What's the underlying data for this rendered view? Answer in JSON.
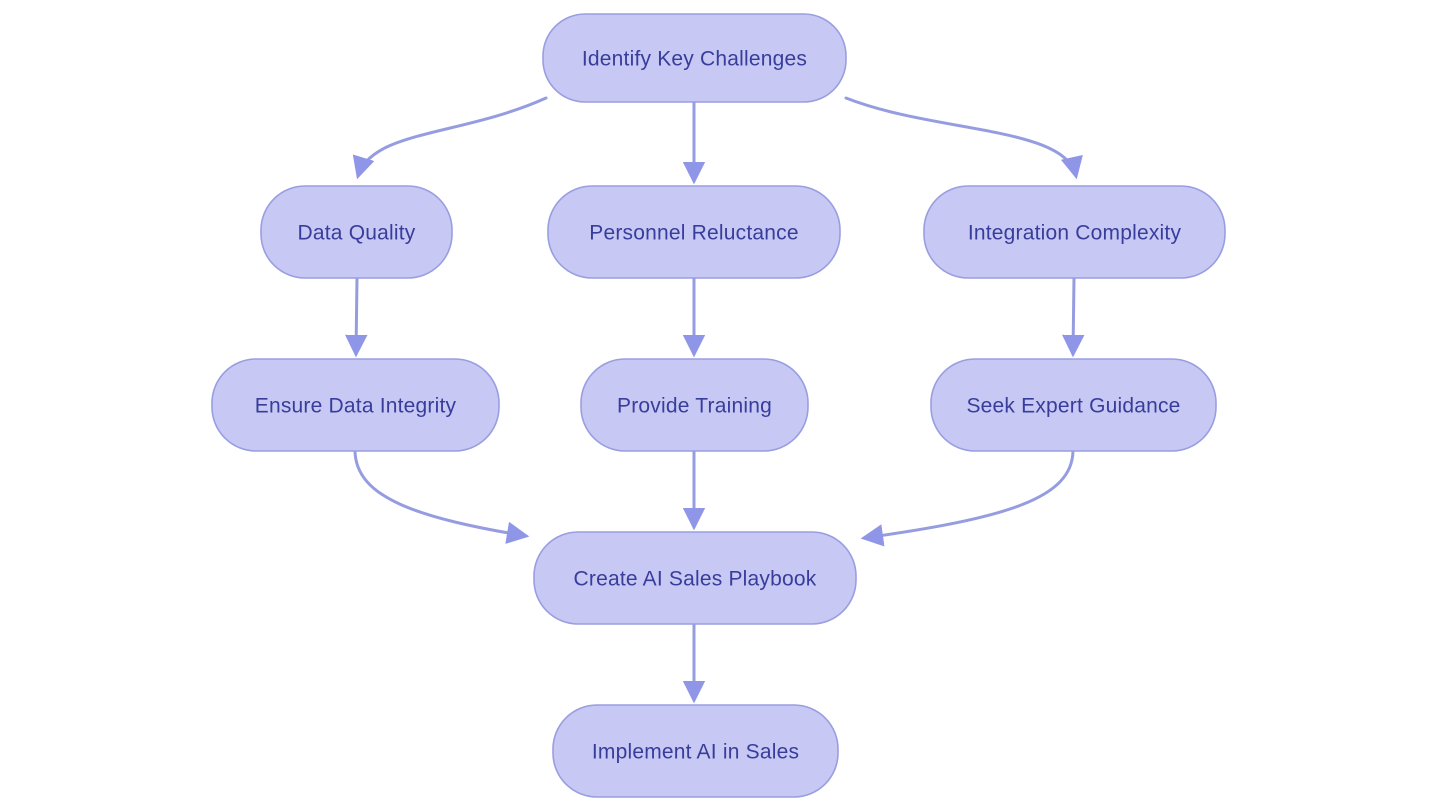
{
  "diagram": {
    "type": "flowchart",
    "colors": {
      "background": "#ffffff",
      "node_fill": "#c7c9f4",
      "node_border": "#999ee0",
      "node_text": "#383d9b",
      "arrow_line": "#969ce0",
      "arrow_head": "#8f96e8"
    },
    "nodes": [
      {
        "id": "identify-key-challenges",
        "label": "Identify Key Challenges"
      },
      {
        "id": "data-quality",
        "label": "Data Quality"
      },
      {
        "id": "personnel-reluctance",
        "label": "Personnel Reluctance"
      },
      {
        "id": "integration-complexity",
        "label": "Integration Complexity"
      },
      {
        "id": "ensure-data-integrity",
        "label": "Ensure Data Integrity"
      },
      {
        "id": "provide-training",
        "label": "Provide Training"
      },
      {
        "id": "seek-expert-guidance",
        "label": "Seek Expert Guidance"
      },
      {
        "id": "create-ai-sales-playbook",
        "label": "Create AI Sales Playbook"
      },
      {
        "id": "implement-ai-in-sales",
        "label": "Implement AI in Sales"
      }
    ],
    "edges": [
      {
        "from": "identify-key-challenges",
        "to": "data-quality"
      },
      {
        "from": "identify-key-challenges",
        "to": "personnel-reluctance"
      },
      {
        "from": "identify-key-challenges",
        "to": "integration-complexity"
      },
      {
        "from": "data-quality",
        "to": "ensure-data-integrity"
      },
      {
        "from": "personnel-reluctance",
        "to": "provide-training"
      },
      {
        "from": "integration-complexity",
        "to": "seek-expert-guidance"
      },
      {
        "from": "ensure-data-integrity",
        "to": "create-ai-sales-playbook"
      },
      {
        "from": "provide-training",
        "to": "create-ai-sales-playbook"
      },
      {
        "from": "seek-expert-guidance",
        "to": "create-ai-sales-playbook"
      },
      {
        "from": "create-ai-sales-playbook",
        "to": "implement-ai-in-sales"
      }
    ]
  }
}
